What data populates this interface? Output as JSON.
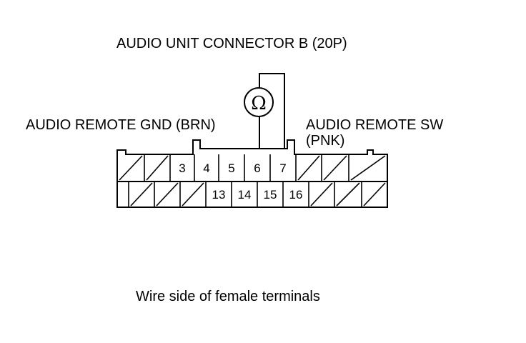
{
  "title": "AUDIO UNIT CONNECTOR B (20P)",
  "labels": {
    "gnd": "AUDIO REMOTE GND (BRN)",
    "sw_line1": "AUDIO REMOTE SW",
    "sw_line2": "(PNK)",
    "caption": "Wire side of female terminals"
  },
  "meter_symbol": "Ω",
  "connector": {
    "top_row": [
      "",
      "",
      "3",
      "4",
      "5",
      "6",
      "7",
      "",
      "",
      ""
    ],
    "bottom_row": [
      "",
      "",
      "",
      "13",
      "14",
      "15",
      "16",
      "",
      "",
      ""
    ]
  }
}
